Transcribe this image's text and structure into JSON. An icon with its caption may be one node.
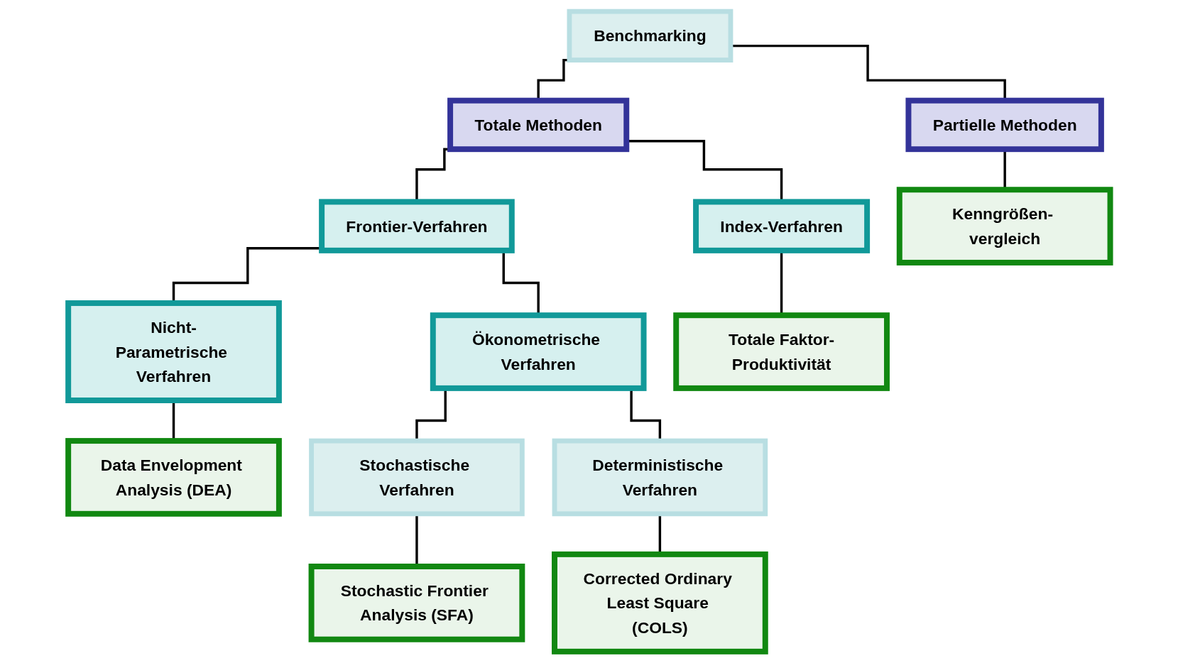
{
  "diagram": {
    "nodes": [
      {
        "text": [
          "Benchmarking"
        ]
      },
      {
        "text": [
          "Totale Methoden"
        ]
      },
      {
        "text": [
          "Partielle Methoden"
        ]
      },
      {
        "text": [
          "Frontier-Verfahren"
        ]
      },
      {
        "text": [
          "Index-Verfahren"
        ]
      },
      {
        "text": [
          "Kenngrößen- vergleich"
        ]
      },
      {
        "text": [
          "Nicht-Parametrische Verfahren"
        ]
      },
      {
        "text": [
          "Ökonometrische Verfahren"
        ]
      },
      {
        "text": [
          "Totale Faktor-Produktivität"
        ]
      },
      {
        "text": [
          "Data Envelopment Analysis (DEA)"
        ]
      },
      {
        "text": [
          "Stochastische Verfahren"
        ]
      },
      {
        "text": [
          "Deterministische Verfahren"
        ]
      },
      {
        "text": [
          "Stochastic Frontier Analysis (SFA)"
        ]
      },
      {
        "text": [
          "Corrected Ordinary Least Square (COLS)"
        ]
      }
    ],
    "edges": [
      {
        "from": 0,
        "to": 1,
        "arrow": "none"
      },
      {
        "from": 0,
        "to": 2,
        "arrow": "none"
      },
      {
        "from": 1,
        "to": 3,
        "arrow": "none"
      },
      {
        "from": 1,
        "to": 4,
        "arrow": "none"
      },
      {
        "from": 2,
        "to": 5,
        "arrow": "none"
      },
      {
        "from": 3,
        "to": 6,
        "arrow": "none"
      },
      {
        "from": 3,
        "to": 7,
        "arrow": "none"
      },
      {
        "from": 4,
        "to": 8,
        "arrow": "none"
      },
      {
        "from": 6,
        "to": 9,
        "arrow": "none"
      },
      {
        "from": 7,
        "to": 10,
        "arrow": "none"
      },
      {
        "from": 7,
        "to": 11,
        "arrow": "none"
      },
      {
        "from": 10,
        "to": 12,
        "arrow": "none"
      },
      {
        "from": 11,
        "to": 13,
        "arrow": "none"
      }
    ]
  }
}
